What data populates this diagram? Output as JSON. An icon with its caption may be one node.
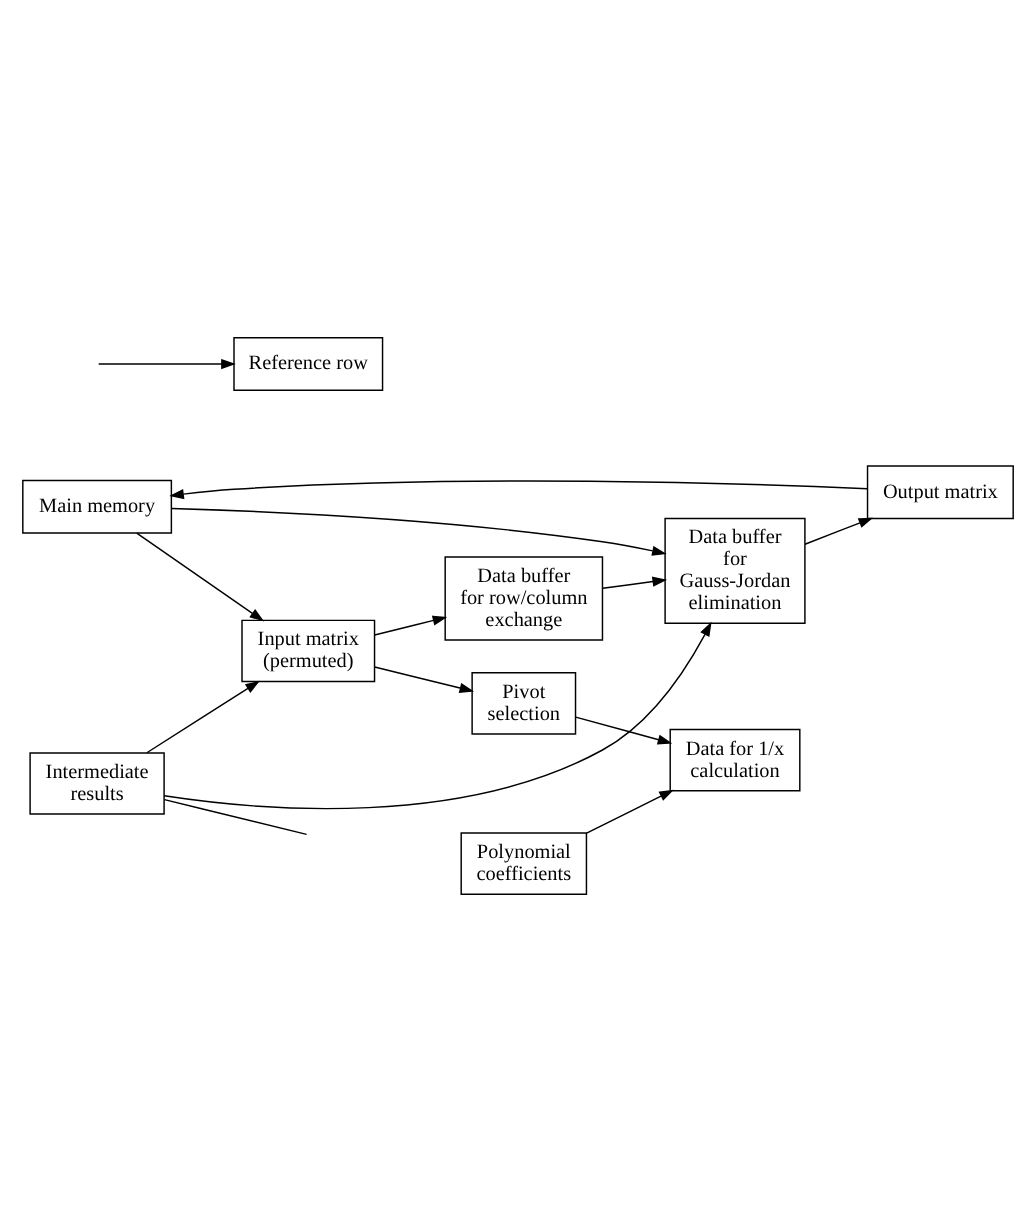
{
  "diagram": {
    "nodes": [
      {
        "text": [
          "Main memory"
        ]
      },
      {
        "text": [
          "Output matrix"
        ]
      },
      {
        "text": [
          "Data buffer for Gauss-Jordan elimination"
        ]
      },
      {
        "text": [
          "Data buffer for row/column exchange"
        ]
      },
      {
        "text": [
          "Input matrix (permuted)"
        ]
      },
      {
        "text": [
          "Reference row"
        ]
      },
      {
        "text": [
          "Pivot selection"
        ]
      },
      {
        "text": [
          "Data for 1/x calculation"
        ]
      },
      {
        "text": [
          "Polynomial coefficients"
        ]
      },
      {
        "text": [
          "Intermediate results"
        ]
      }
    ],
    "edges": [
      {
        "from": 1,
        "to": 0,
        "arrow": "to"
      },
      {
        "from": 0,
        "to": 2,
        "arrow": "to"
      },
      {
        "from": 0,
        "to": 4,
        "arrow": "to"
      },
      {
        "from": 9,
        "to": 2,
        "arrow": "to"
      },
      {
        "from": 9,
        "to": 4,
        "arrow": "to"
      },
      {
        "from": 2,
        "to": 1,
        "arrow": "to"
      },
      {
        "from": 3,
        "to": 2,
        "arrow": "to"
      },
      {
        "from": 4,
        "to": 3,
        "arrow": "to"
      },
      {
        "from": 4,
        "to": 6,
        "arrow": "to"
      },
      {
        "from": null,
        "to": 5,
        "arrow": "to"
      },
      {
        "from": 6,
        "to": 7,
        "arrow": "to"
      },
      {
        "from": 8,
        "to": 7,
        "arrow": "to"
      },
      {
        "from": 9,
        "to": null,
        "arrow": "none"
      }
    ]
  }
}
